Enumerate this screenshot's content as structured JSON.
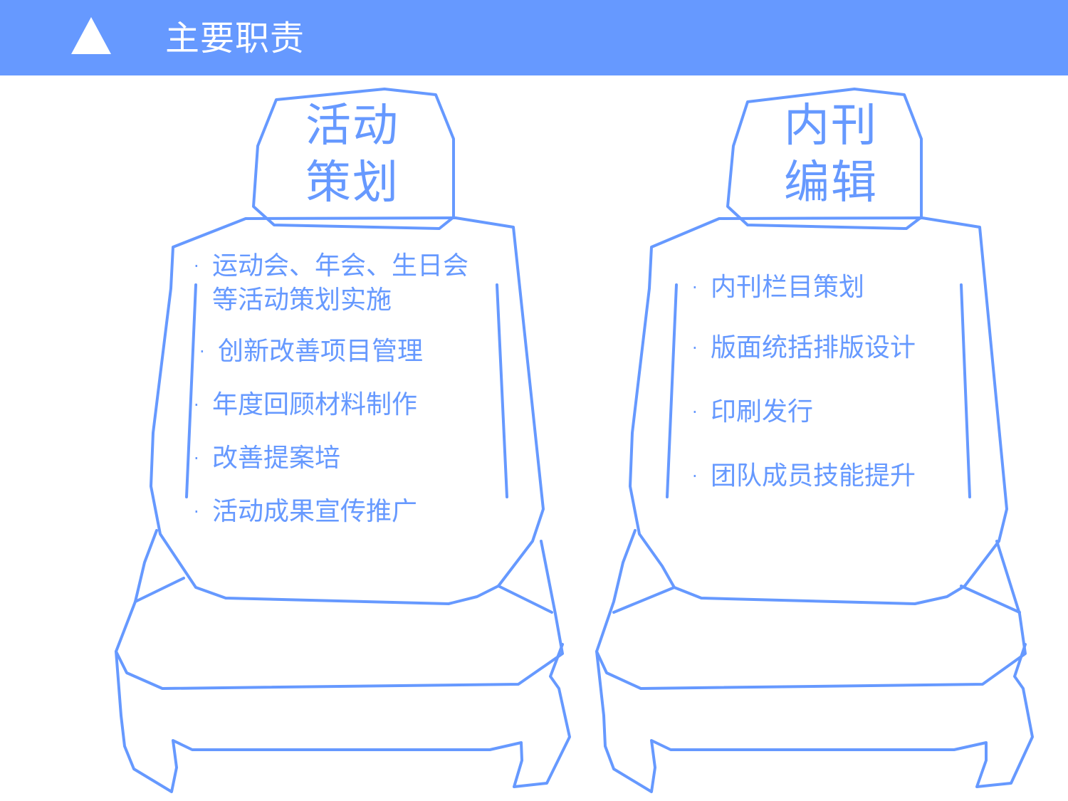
{
  "header": {
    "title": "主要职责"
  },
  "cards": [
    {
      "title_lines": [
        "活动",
        "策划"
      ],
      "bullet": "·",
      "items": [
        "运动会、年会、生日会等活动策划实施",
        "创新改善项目管理",
        "年度回顾材料制作",
        "改善提案培",
        "活动成果宣传推广"
      ]
    },
    {
      "title_lines": [
        "内刊",
        "编辑"
      ],
      "bullet": "·",
      "items": [
        "内刊栏目策划",
        "版面统括排版设计",
        "印刷发行",
        "团队成员技能提升"
      ]
    }
  ],
  "colors": {
    "accent": "#6699ff",
    "background": "#ffffff"
  }
}
